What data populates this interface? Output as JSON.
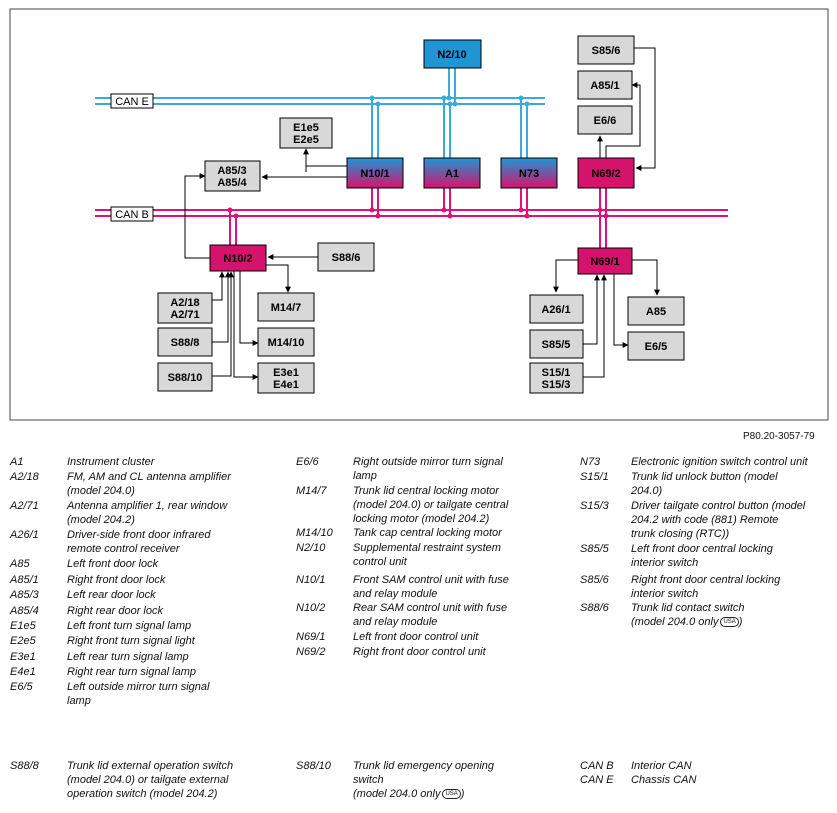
{
  "figure_ref": "P80.20-3057-79",
  "bus_labels": {
    "can_e": "CAN E",
    "can_b": "CAN B"
  },
  "boxes": {
    "N2_10": "N2/10",
    "S85_6": "S85/6",
    "A85_1": "A85/1",
    "E6_6": "E6/6",
    "E1e5_E2e5": "E1e5\nE2e5",
    "A85_3_A85_4": "A85/3\nA85/4",
    "N10_1": "N10/1",
    "A1": "A1",
    "N73": "N73",
    "N69_2": "N69/2",
    "N10_2": "N10/2",
    "S88_6": "S88/6",
    "A2_18_A2_71": "A2/18\nA2/71",
    "M14_7": "M14/7",
    "S88_8": "S88/8",
    "M14_10": "M14/10",
    "S88_10": "S88/10",
    "E3e1_E4e1": "E3e1\nE4e1",
    "N69_1": "N69/1",
    "A26_1": "A26/1",
    "A85": "A85",
    "S85_5": "S85/5",
    "E6_5": "E6/5",
    "S15_1_S15_3": "S15/1\nS15/3"
  },
  "colors": {
    "can_e": "#3aa9dc",
    "can_b": "#e0117a",
    "box_grey": "#d8d8d8",
    "box_blue": "#1e96d4",
    "box_magenta": "#d5136d"
  },
  "legend": {
    "col1": [
      {
        "code": "A1",
        "desc": "Instrument cluster"
      },
      {
        "code": "A2/18",
        "desc": "FM, AM and CL antenna amplifier\n(model 204.0)"
      },
      {
        "code": "A2/71",
        "desc": "Antenna amplifier 1, rear window\n(model 204.2)"
      },
      {
        "code": "A26/1",
        "desc": "Driver-side front door infrared\nremote control receiver"
      },
      {
        "code": "A85",
        "desc": "Left front door lock"
      },
      {
        "code": "A85/1",
        "desc": "Right front door lock"
      },
      {
        "code": "A85/3",
        "desc": "Left rear door lock"
      },
      {
        "code": "A85/4",
        "desc": "Right rear door lock"
      },
      {
        "code": "E1e5",
        "desc": "Left front turn signal lamp"
      },
      {
        "code": "E2e5",
        "desc": "Right front turn signal light"
      },
      {
        "code": "E3e1",
        "desc": "Left rear turn signal lamp"
      },
      {
        "code": "E4e1",
        "desc": "Right rear turn signal lamp"
      },
      {
        "code": "E6/5",
        "desc": "Left outside mirror turn signal\nlamp"
      },
      {
        "code": "S88/8",
        "desc": "Trunk lid external operation switch\n(model 204.0) or tailgate external\noperation switch (model 204.2)"
      }
    ],
    "col2": [
      {
        "code": "E6/6",
        "desc": "Right outside mirror turn signal\nlamp"
      },
      {
        "code": "M14/7",
        "desc": "Trunk lid central locking motor\n(model 204.0) or tailgate central\nlocking motor (model 204.2)"
      },
      {
        "code": "M14/10",
        "desc": "Tank cap central locking motor"
      },
      {
        "code": "N2/10",
        "desc": "Supplemental restraint system\ncontrol unit"
      },
      {
        "code": "N10/1",
        "desc": "Front SAM control unit with fuse\nand relay module"
      },
      {
        "code": "N10/2",
        "desc": "Rear SAM control unit with fuse\nand relay module"
      },
      {
        "code": "N69/1",
        "desc": "Left front door control unit"
      },
      {
        "code": "N69/2",
        "desc": "Right front door control unit"
      },
      {
        "code": "S88/10",
        "desc": "Trunk lid emergency opening\nswitch\n(model 204.0 only"
      }
    ],
    "col3": [
      {
        "code": "N73",
        "desc": "Electronic ignition switch control unit"
      },
      {
        "code": "S15/1",
        "desc": "Trunk lid unlock button (model\n204.0)"
      },
      {
        "code": "S15/3",
        "desc": "Driver tailgate control button (model\n204.2 with code (881) Remote\ntrunk closing (RTC))"
      },
      {
        "code": "S85/5",
        "desc": "Left front door central locking\ninterior switch"
      },
      {
        "code": "S85/6",
        "desc": "Right front door central locking\ninterior switch"
      },
      {
        "code": "S88/6",
        "desc": "Trunk lid contact switch\n(model 204.0 only"
      },
      {
        "code": "CAN B",
        "desc": "Interior CAN"
      },
      {
        "code": "CAN E",
        "desc": "Chassis CAN"
      }
    ],
    "usa_badge": "USA",
    "usa_close": ")"
  }
}
